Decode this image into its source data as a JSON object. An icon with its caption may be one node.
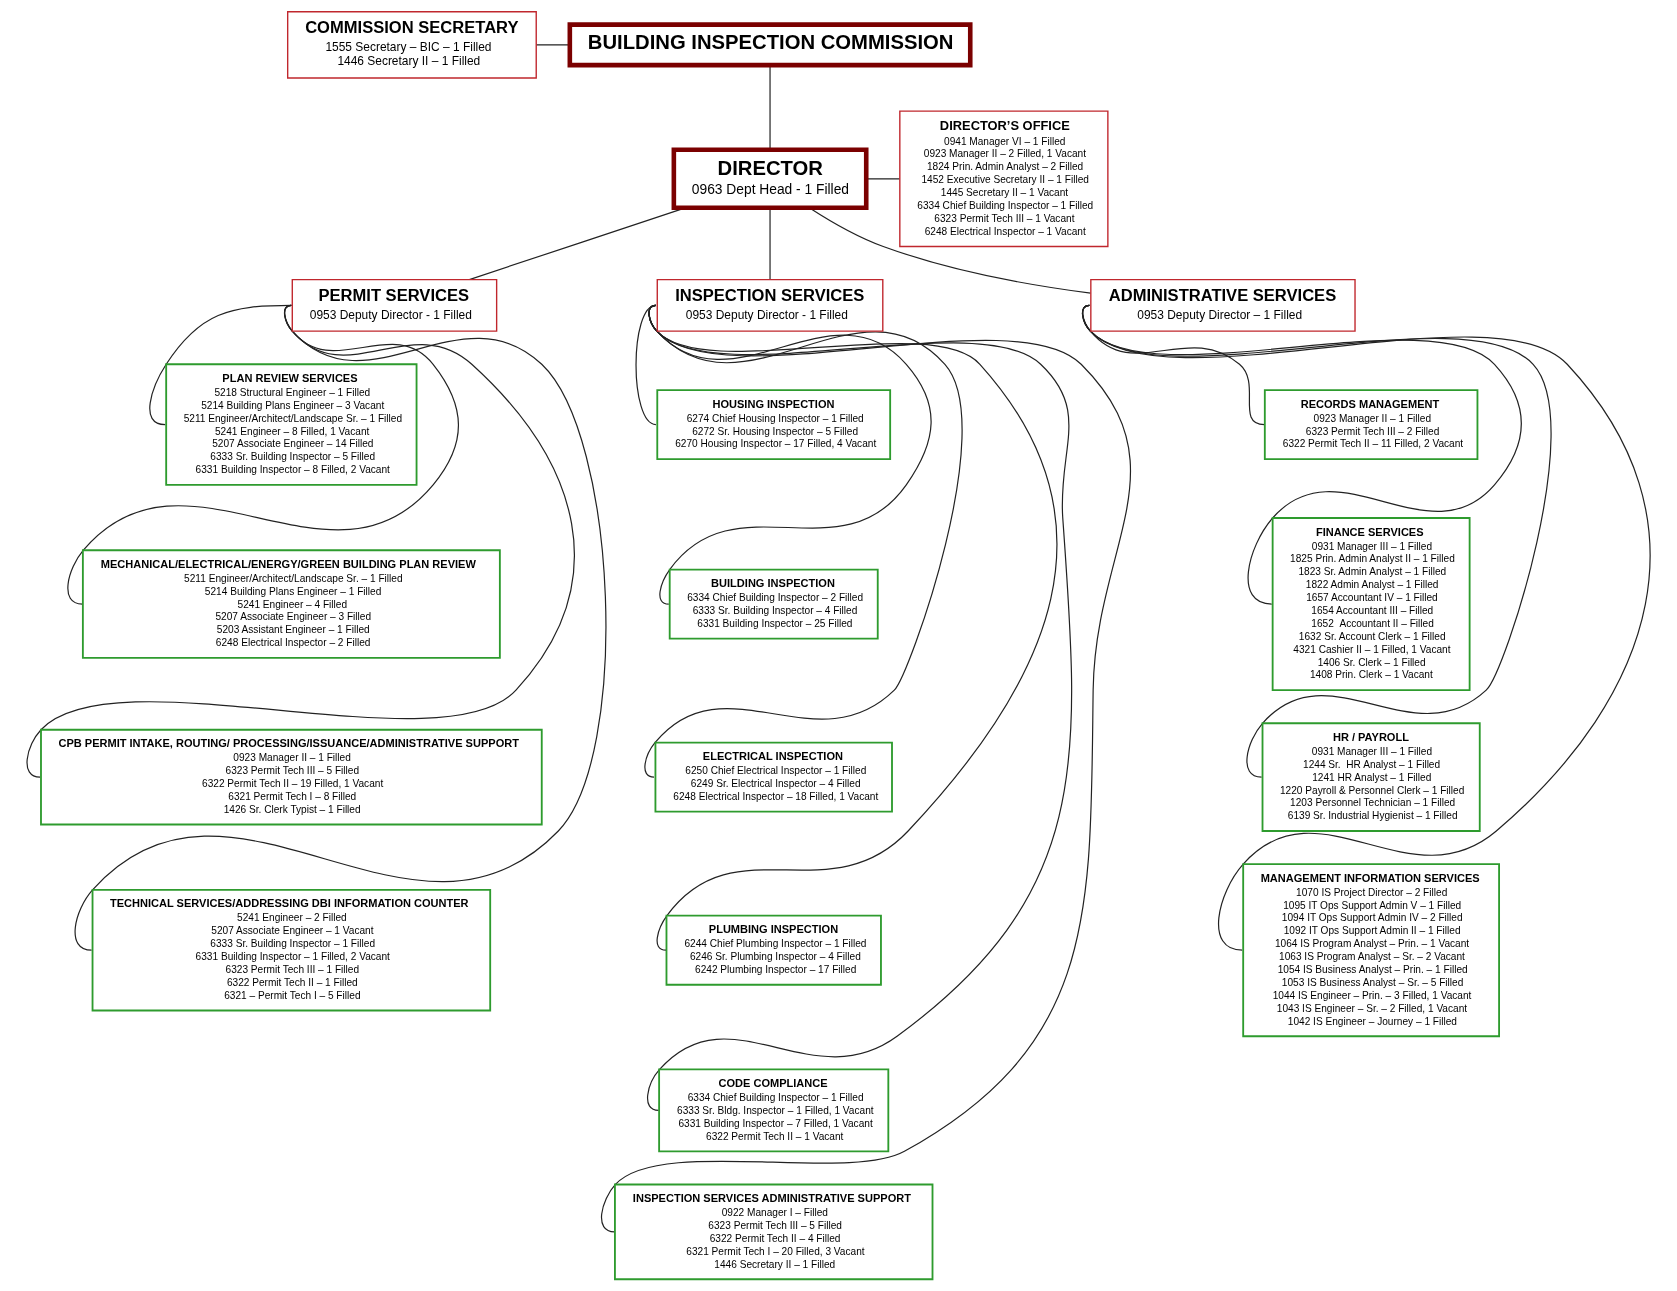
{
  "diagram": {
    "nodes": [
      {
        "text": [
          "BUILDING INSPECTION COMMISSION"
        ]
      },
      {
        "text": [
          "COMMISSION SECRETARY",
          "1555 Secretary – BIC – 1 Filled",
          "1446 Secretary II – 1 Filled"
        ]
      },
      {
        "text": [
          "DIRECTOR",
          "0963 Dept Head - 1 Filled"
        ]
      },
      {
        "text": [
          "DIRECTOR’S OFFICE",
          "0941 Manager VI – 1 Filled",
          "0923 Manager II – 2 Filled, 1 Vacant",
          "1824 Prin. Admin Analyst – 2 Filled",
          "1452 Executive Secretary II – 1 Filled",
          "1445 Secretary II – 1 Vacant",
          "6334 Chief Building Inspector – 1 Filled",
          "6323 Permit Tech III – 1 Vacant",
          "6248 Electrical Inspector – 1 Vacant"
        ]
      },
      {
        "text": [
          "PERMIT SERVICES",
          "0953 Deputy Director - 1 Filled"
        ]
      },
      {
        "text": [
          "INSPECTION SERVICES",
          "0953 Deputy Director - 1 Filled"
        ]
      },
      {
        "text": [
          "ADMINISTRATIVE SERVICES",
          "0953 Deputy Director – 1 Filled"
        ]
      },
      {
        "text": [
          "PLAN REVIEW SERVICES",
          "5218 Structural Engineer – 1 Filled",
          "5214 Building Plans Engineer – 3 Vacant",
          "5211 Engineer/Architect/Landscape Sr. – 1 Filled",
          "5241 Engineer – 8 Filled, 1 Vacant",
          "5207 Associate Engineer – 14 Filled",
          "6333 Sr. Building Inspector – 5 Filled",
          "6331 Building Inspector – 8 Filled, 2 Vacant"
        ]
      },
      {
        "text": [
          "MECHANICAL/ELECTRICAL/ENERGY/GREEN BUILDING PLAN REVIEW",
          "5211 Engineer/Architect/Landscape Sr. – 1 Filled",
          "5214 Building Plans Engineer – 1 Filled",
          "5241 Engineer – 4 Filled",
          "5207 Associate Engineer – 3 Filled",
          "5203 Assistant Engineer – 1 Filled",
          "6248 Electrical Inspector – 2 Filled"
        ]
      },
      {
        "text": [
          "CPB PERMIT INTAKE, ROUTING/ PROCESSING/ISSUANCE/ADMINISTRATIVE SUPPORT",
          "0923 Manager II – 1 Filled",
          "6323 Permit Tech III – 5 Filled",
          "6322 Permit Tech II – 19 Filled, 1 Vacant",
          "6321 Permit Tech I – 8 Filled",
          "1426 Sr. Clerk Typist – 1 Filled"
        ]
      },
      {
        "text": [
          "TECHNICAL SERVICES/ADDRESSING DBI INFORMATION COUNTER",
          "5241 Engineer – 2 Filled",
          "5207 Associate Engineer – 1 Vacant",
          "6333 Sr. Building Inspector – 1 Filled",
          "6331 Building Inspector – 1 Filled, 2 Vacant",
          "6323 Permit Tech III – 1 Filled",
          "6322 Permit Tech II – 1 Filled",
          "6321 – Permit Tech I – 5 Filled"
        ]
      },
      {
        "text": [
          "HOUSING INSPECTION",
          "6274 Chief Housing Inspector – 1 Filled",
          "6272 Sr. Housing Inspector – 5 Filled",
          "6270 Housing Inspector – 17 Filled, 4 Vacant"
        ]
      },
      {
        "text": [
          "BUILDING INSPECTION",
          "6334 Chief Building Inspector – 2 Filled",
          "6333 Sr. Building Inspector – 4 Filled",
          "6331 Building Inspector – 25 Filled"
        ]
      },
      {
        "text": [
          "ELECTRICAL INSPECTION",
          "6250 Chief Electrical Inspector – 1 Filled",
          "6249 Sr. Electrical Inspector – 4 Filled",
          "6248 Electrical Inspector – 18 Filled, 1 Vacant"
        ]
      },
      {
        "text": [
          "PLUMBING INSPECTION",
          "6244 Chief Plumbing Inspector – 1 Filled",
          "6246 Sr. Plumbing Inspector – 4 Filled",
          "6242 Plumbing Inspector – 17 Filled"
        ]
      },
      {
        "text": [
          "CODE COMPLIANCE",
          "6334 Chief Building Inspector – 1 Filled",
          "6333 Sr. Bldg. Inspector – 1 Filled, 1 Vacant",
          "6331 Building Inspector – 7 Filled, 1 Vacant",
          "6322 Permit Tech II – 1 Vacant"
        ]
      },
      {
        "text": [
          "INSPECTION SERVICES ADMINISTRATIVE SUPPORT",
          "0922 Manager I – Filled",
          "6323 Permit Tech III – 5 Filled",
          "6322 Permit Tech II – 4 Filled",
          "6321 Permit Tech I – 20 Filled, 3 Vacant",
          "1446 Secretary II – 1 Filled"
        ]
      },
      {
        "text": [
          "RECORDS MANAGEMENT",
          "0923 Manager II – 1 Filled",
          "6323 Permit Tech III – 2 Filled",
          "6322 Permit Tech II – 11 Filled, 2 Vacant"
        ]
      },
      {
        "text": [
          "FINANCE SERVICES",
          "0931 Manager III – 1 Filled",
          "1825 Prin. Admin Analyst II – 1 Filled",
          "1823 Sr. Admin Analyst – 1 Filled",
          "1822 Admin Analyst – 1 Filled",
          "1657 Accountant IV – 1 Filled",
          "1654 Accountant III – Filled",
          "1652  Accountant II – Filled",
          "1632 Sr. Account Clerk – 1 Filled",
          "4321 Cashier II – 1 Filled, 1 Vacant",
          "1406 Sr. Clerk – 1 Filled",
          "1408 Prin. Clerk – 1 Vacant"
        ]
      },
      {
        "text": [
          "HR / PAYROLL",
          "0931 Manager III – 1 Filled",
          "1244 Sr.  HR Analyst – 1 Filled",
          "1241 HR Analyst – 1 Filled",
          "1220 Payroll & Personnel Clerk – 1 Filled",
          "1203 Personnel Technician – 1 Filled",
          "6139 Sr. Industrial Hygienist – 1 Filled"
        ]
      },
      {
        "text": [
          "MANAGEMENT INFORMATION SERVICES",
          "1070 IS Project Director – 2 Filled",
          "1095 IT Ops Support Admin V – 1 Filled",
          "1094 IT Ops Support Admin IV – 2 Filled",
          "1092 IT Ops Support Admin II – 1 Filled",
          "1064 IS Program Analyst – Prin. – 1 Vacant",
          "1063 IS Program Analyst – Sr. – 2 Vacant",
          "1054 IS Business Analyst – Prin. – 1 Filled",
          "1053 IS Business Analyst – Sr. – 5 Filled",
          "1044 IS Engineer – Prin. – 3 Filled, 1 Vacant",
          "1043 IS Engineer – Sr. – 2 Filled, 1 Vacant",
          "1042 IS Engineer – Journey – 1 Filled"
        ]
      }
    ],
    "edges": [
      {
        "from": 1,
        "to": 0,
        "arrow": "none"
      },
      {
        "from": 0,
        "to": 2,
        "arrow": "none"
      },
      {
        "from": 2,
        "to": 3,
        "arrow": "none"
      },
      {
        "from": 2,
        "to": 4,
        "arrow": "none"
      },
      {
        "from": 2,
        "to": 5,
        "arrow": "none"
      },
      {
        "from": 2,
        "to": 6,
        "arrow": "none"
      },
      {
        "from": 4,
        "to": 7,
        "arrow": "none"
      },
      {
        "from": 4,
        "to": 8,
        "arrow": "none"
      },
      {
        "from": 4,
        "to": 9,
        "arrow": "none"
      },
      {
        "from": 4,
        "to": 10,
        "arrow": "none"
      },
      {
        "from": 5,
        "to": 11,
        "arrow": "none"
      },
      {
        "from": 5,
        "to": 12,
        "arrow": "none"
      },
      {
        "from": 5,
        "to": 13,
        "arrow": "none"
      },
      {
        "from": 5,
        "to": 14,
        "arrow": "none"
      },
      {
        "from": 5,
        "to": 15,
        "arrow": "none"
      },
      {
        "from": 5,
        "to": 16,
        "arrow": "none"
      },
      {
        "from": 6,
        "to": 17,
        "arrow": "none"
      },
      {
        "from": 6,
        "to": 18,
        "arrow": "none"
      },
      {
        "from": 6,
        "to": 19,
        "arrow": "none"
      },
      {
        "from": 6,
        "to": 20,
        "arrow": "none"
      }
    ]
  }
}
